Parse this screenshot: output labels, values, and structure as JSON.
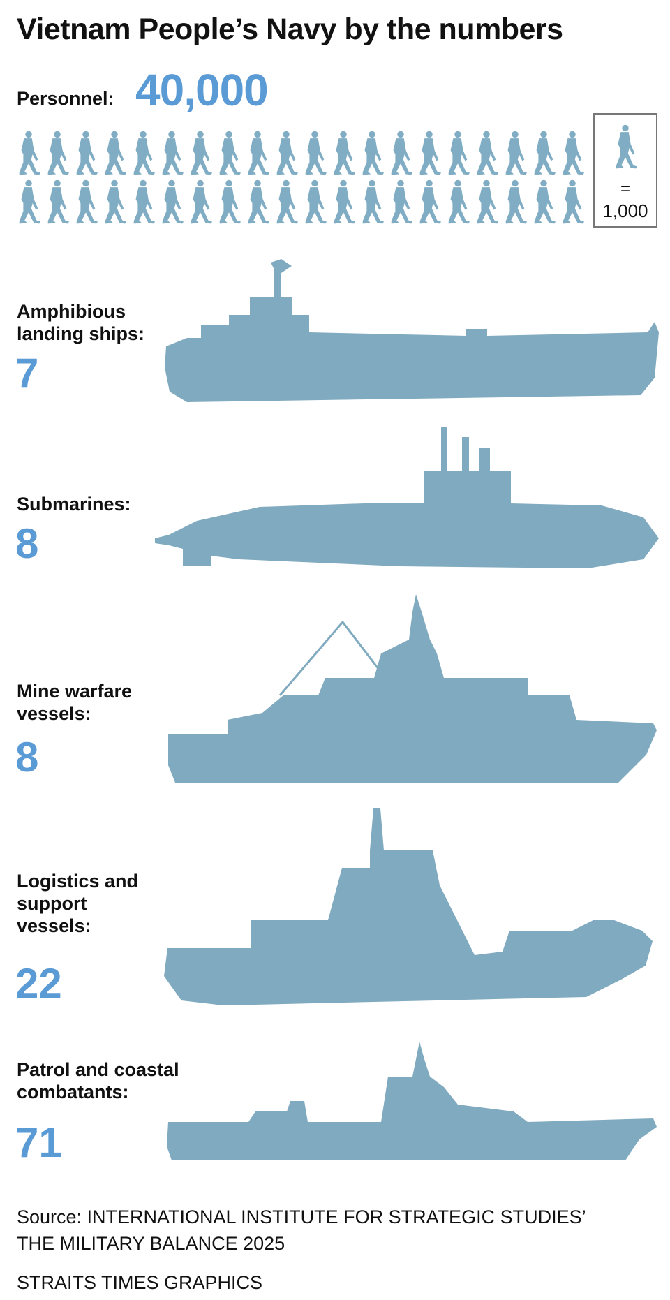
{
  "title": "Vietnam People’s Navy by the numbers",
  "personnel": {
    "label": "Personnel:",
    "value": "40,000",
    "icon_count": 40,
    "icon": "soldier-icon",
    "legend_eq": "=",
    "legend_value": "1,000"
  },
  "categories": [
    {
      "label_lines": [
        "Amphibious",
        "landing ships:"
      ],
      "value": "7",
      "icon": "landing-ship-icon"
    },
    {
      "label_lines": [
        "Submarines:"
      ],
      "value": "8",
      "icon": "submarine-icon"
    },
    {
      "label_lines": [
        "Mine warfare",
        "vessels:"
      ],
      "value": "8",
      "icon": "minesweeper-icon"
    },
    {
      "label_lines": [
        "Logistics and",
        "support",
        "vessels:"
      ],
      "value": "22",
      "icon": "support-ship-icon"
    },
    {
      "label_lines": [
        "Patrol and coastal",
        "combatants:"
      ],
      "value": "71",
      "icon": "patrol-boat-icon"
    }
  ],
  "source": {
    "line1": "Source: INTERNATIONAL INSTITUTE FOR STRATEGIC STUDIES’",
    "line2": "THE MILITARY BALANCE 2025"
  },
  "credit": "STRAITS TIMES GRAPHICS",
  "colors": {
    "accent": "#5b9bd5",
    "silhouette": "#80aabf"
  }
}
